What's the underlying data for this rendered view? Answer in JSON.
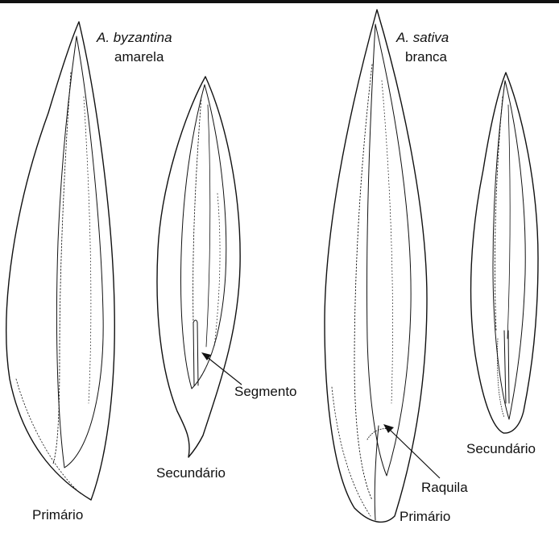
{
  "figure": {
    "left_group": {
      "species": "A. byzantina",
      "color": "amarela",
      "primary_label": "Primário",
      "secondary_label": "Secundário",
      "segment_label": "Segmento"
    },
    "right_group": {
      "species": "A. sativa",
      "color": "branca",
      "primary_label": "Primário",
      "secondary_label": "Secundário",
      "rachilla_label": "Raquila"
    }
  },
  "colors": {
    "ink": "#111111",
    "background": "#ffffff"
  }
}
